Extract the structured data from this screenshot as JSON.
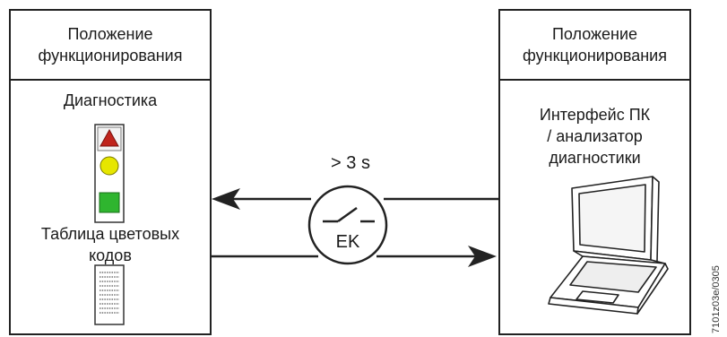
{
  "left_panel": {
    "header_line1": "Положение",
    "header_line2": "функционирования",
    "diagnostics_label": "Диагностика",
    "color_table_line1": "Таблица цветовых",
    "color_table_line2": "кодов",
    "indicator_colors": [
      "#c0241c",
      "#e6e600",
      "#2fb52f"
    ]
  },
  "right_panel": {
    "header_line1": "Положение",
    "header_line2": "функционирования",
    "interface_line1": "Интерфейс ПК",
    "interface_line2": "/ анализатор",
    "interface_line3": "диагностики"
  },
  "switch": {
    "time_label": "> 3 s",
    "switch_label": "EK"
  },
  "figure_ref": "7101z03e/0305"
}
